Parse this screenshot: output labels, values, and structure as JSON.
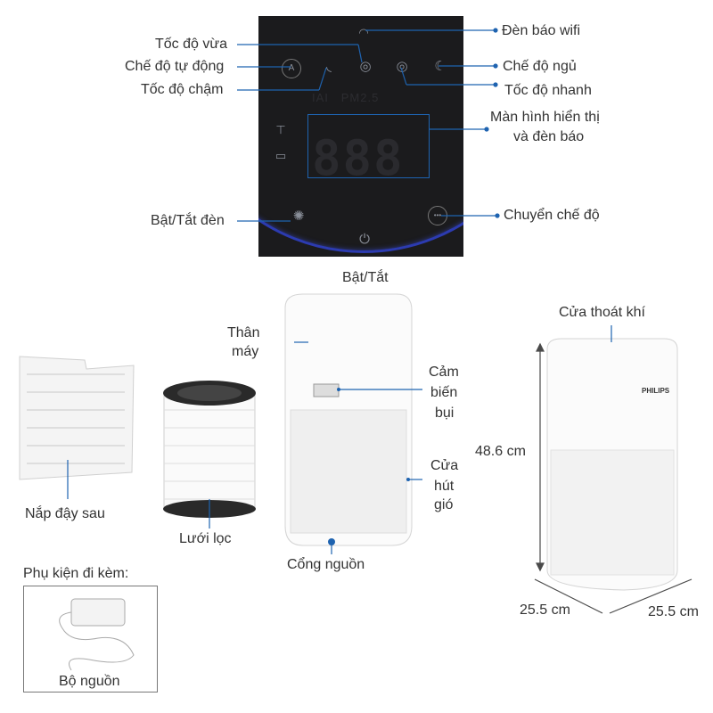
{
  "panel": {
    "labels": {
      "medium_speed": "Tốc độ vừa",
      "auto_mode": "Chế độ tự động",
      "low_speed": "Tốc độ chậm",
      "wifi_indicator": "Đèn báo wifi",
      "sleep_mode": "Chế độ ngủ",
      "high_speed": "Tốc độ nhanh",
      "display_line1": "Màn hình hiển thị",
      "display_line2": "và đèn báo",
      "light_toggle": "Bật/Tắt đèn",
      "mode_switch": "Chuyển chế độ",
      "power": "Bật/Tắt"
    },
    "screen": {
      "pm_label": "PM2.5",
      "iai_label": "IAI",
      "digits": "888"
    },
    "icons": {
      "auto": "auto-mode-icon",
      "low": "low-speed-icon",
      "medium": "medium-speed-icon",
      "high": "high-speed-icon",
      "sleep": "sleep-icon",
      "wifi": "wifi-icon",
      "light": "bulb-icon",
      "mode": "mode-dots-icon",
      "power": "power-icon"
    },
    "colors": {
      "ring": "#2c3bb0",
      "panel": "#1b1b1d",
      "leader": "#1e63b0"
    }
  },
  "parts": {
    "back_cover": "Nắp đậy sau",
    "filter": "Lưới lọc",
    "body_line1": "Thân",
    "body_line2": "máy",
    "sensor_line1": "Cảm",
    "sensor_line2": "biến",
    "sensor_line3": "bụi",
    "intake_line1": "Cửa",
    "intake_line2": "hút",
    "intake_line3": "gió",
    "power_port": "Cổng nguồn"
  },
  "accessories": {
    "title": "Phụ kiện đi kèm:",
    "adapter": "Bộ nguồn"
  },
  "dimensions": {
    "outlet": "Cửa thoát khí",
    "height": "48.6 cm",
    "width": "25.5 cm",
    "depth": "25.5 cm",
    "brand": "PHILIPS"
  }
}
